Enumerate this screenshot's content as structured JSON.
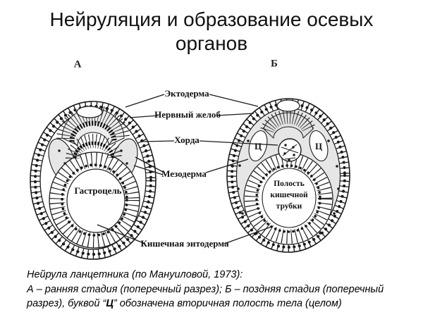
{
  "title": {
    "line1": "Нейруляция и образование осевых",
    "line2": "органов"
  },
  "figure": {
    "panel_a_letter": "А",
    "panel_b_letter": "Б",
    "labels": {
      "ectoderm": "Эктодерма",
      "neural_groove": "Нервный желоб",
      "notochord": "Хорда",
      "mesoderm": "Мезодерма",
      "gut_endoderm": "Кишечная энтодерма",
      "gastrocoel": "Гастроцель",
      "gut_cavity_line1": "Полость",
      "gut_cavity_line2": "кишечной",
      "gut_cavity_line3": "трубки",
      "coelom_letter": "Ц"
    }
  },
  "caption": {
    "line1": "Нейрула ланцетника (по Мануиловой, 1973):",
    "line2": "А – ранняя стадия (поперечный разрез); Б – поздняя стадия (поперечный",
    "line3_pre": "разрез), буквой “",
    "line3_bold": "Ц",
    "line3_post": "” обозначена вторичная полость тела (целом)"
  },
  "colors": {
    "ink": "#1a1a1a",
    "stipple": "#e6e6e6"
  }
}
